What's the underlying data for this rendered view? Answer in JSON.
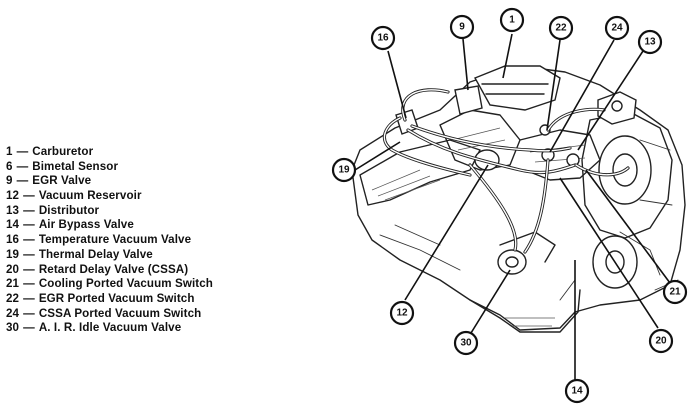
{
  "legend": [
    {
      "number": "1",
      "label": "Carburetor"
    },
    {
      "number": "6",
      "label": "Bimetal Sensor"
    },
    {
      "number": "9",
      "label": "EGR Valve"
    },
    {
      "number": "12",
      "label": "Vacuum Reservoir"
    },
    {
      "number": "13",
      "label": "Distributor"
    },
    {
      "number": "14",
      "label": "Air Bypass Valve"
    },
    {
      "number": "16",
      "label": "Temperature Vacuum Valve"
    },
    {
      "number": "19",
      "label": "Thermal Delay Valve"
    },
    {
      "number": "20",
      "label": "Retard Delay Valve (CSSA)"
    },
    {
      "number": "21",
      "label": "Cooling Ported Vacuum Switch"
    },
    {
      "number": "22",
      "label": "EGR Ported Vacuum Switch"
    },
    {
      "number": "24",
      "label": "CSSA Ported Vacuum Switch"
    },
    {
      "number": "30",
      "label": "A. I. R. Idle Vacuum Valve"
    }
  ],
  "separator": "—",
  "callouts": [
    "1",
    "9",
    "13",
    "14",
    "16",
    "19",
    "12",
    "20",
    "21",
    "22",
    "24",
    "30"
  ]
}
